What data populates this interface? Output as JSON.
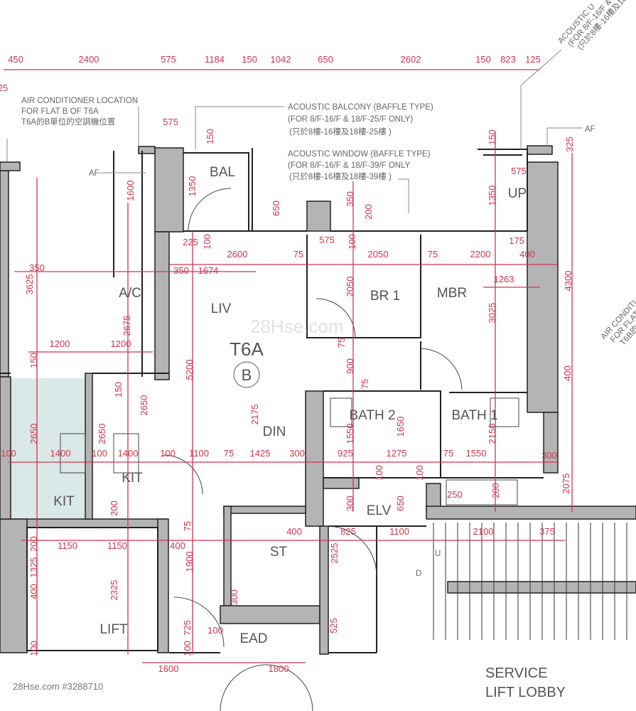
{
  "plan": {
    "unit_name": "T6A",
    "flat": "B",
    "watermark": "28Hse.com",
    "footer": "28Hse.com #3288710",
    "colors": {
      "dimension": "#d0354f",
      "wall": "#b4b4b4",
      "kitchen_highlight": "#dbe8e8"
    }
  },
  "rooms": [
    {
      "label": "BAL"
    },
    {
      "label": "UP"
    },
    {
      "label": "A/C"
    },
    {
      "label": "LIV"
    },
    {
      "label": "BR 1"
    },
    {
      "label": "MBR"
    },
    {
      "label": "DIN"
    },
    {
      "label": "BATH 2"
    },
    {
      "label": "BATH 1"
    },
    {
      "label": "KIT"
    },
    {
      "label": "KIT"
    },
    {
      "label": "ELV"
    },
    {
      "label": "ST"
    },
    {
      "label": "LIFT"
    },
    {
      "label": "EAD"
    }
  ],
  "service_lobby": {
    "line1": "SERVICE",
    "line2": "LIFT LOBBY"
  },
  "annotations": {
    "ac_location": [
      "AIR CONDITIONER LOCATION",
      "FOR FLAT B OF T6A",
      "T6A的B單位的空調機位置"
    ],
    "acoustic_balcony": [
      "ACOUSTIC BALCONY (BAFFLE TYPE)",
      "(FOR 8/F-16/F & 18/F-25/F ONLY)",
      "(只於8樓-16樓及18樓-25樓 )"
    ],
    "acoustic_window": [
      "ACOUSTIC WINDOW (BAFFLE TYPE)",
      "(FOR 8/F-16/F & 18/F-39/F ONLY",
      "(只於8樓-16樓及18樓-39樓 )"
    ],
    "acoustic_right": [
      "ACOUSTIC U",
      "(FOR 8/F-16/F &",
      "(只於8樓-16樓及18"
    ],
    "ac_right": [
      "AIR CONDITI",
      "FOR FLAT",
      "T6B的"
    ],
    "af_left": "AF",
    "af_right": "AF",
    "stair_up": "U",
    "stair_down": "D"
  },
  "dimensions": [
    "450",
    "2400",
    "575",
    "1184",
    "150",
    "1042",
    "650",
    "2602",
    "150",
    "823",
    "125",
    "25",
    "575",
    "150",
    "1350",
    "650",
    "350",
    "200",
    "1350",
    "150",
    "325",
    "575",
    "4300",
    "1600",
    "225",
    "100",
    "2600",
    "75",
    "575",
    "100",
    "2050",
    "75",
    "2200",
    "175",
    "400",
    "350",
    "1674",
    "1263",
    "2050",
    "3025",
    "3625",
    "350",
    "2675",
    "1200",
    "1200",
    "5200",
    "75",
    "900",
    "75",
    "400",
    "150",
    "150",
    "2650",
    "2175",
    "1550",
    "1650",
    "2150",
    "2650",
    "2650",
    "100",
    "1400",
    "100",
    "1400",
    "100",
    "1100",
    "75",
    "1425",
    "300",
    "925",
    "1275",
    "75",
    "1550",
    "300",
    "2075",
    "100",
    "100",
    "250",
    "200",
    "300",
    "650",
    "200",
    "75",
    "200",
    "1150",
    "1150",
    "400",
    "400",
    "825",
    "1100",
    "2100",
    "375",
    "1325",
    "1900",
    "2525",
    "400",
    "2325",
    "300",
    "725",
    "100",
    "525",
    "100",
    "100",
    "1600",
    "1800"
  ]
}
